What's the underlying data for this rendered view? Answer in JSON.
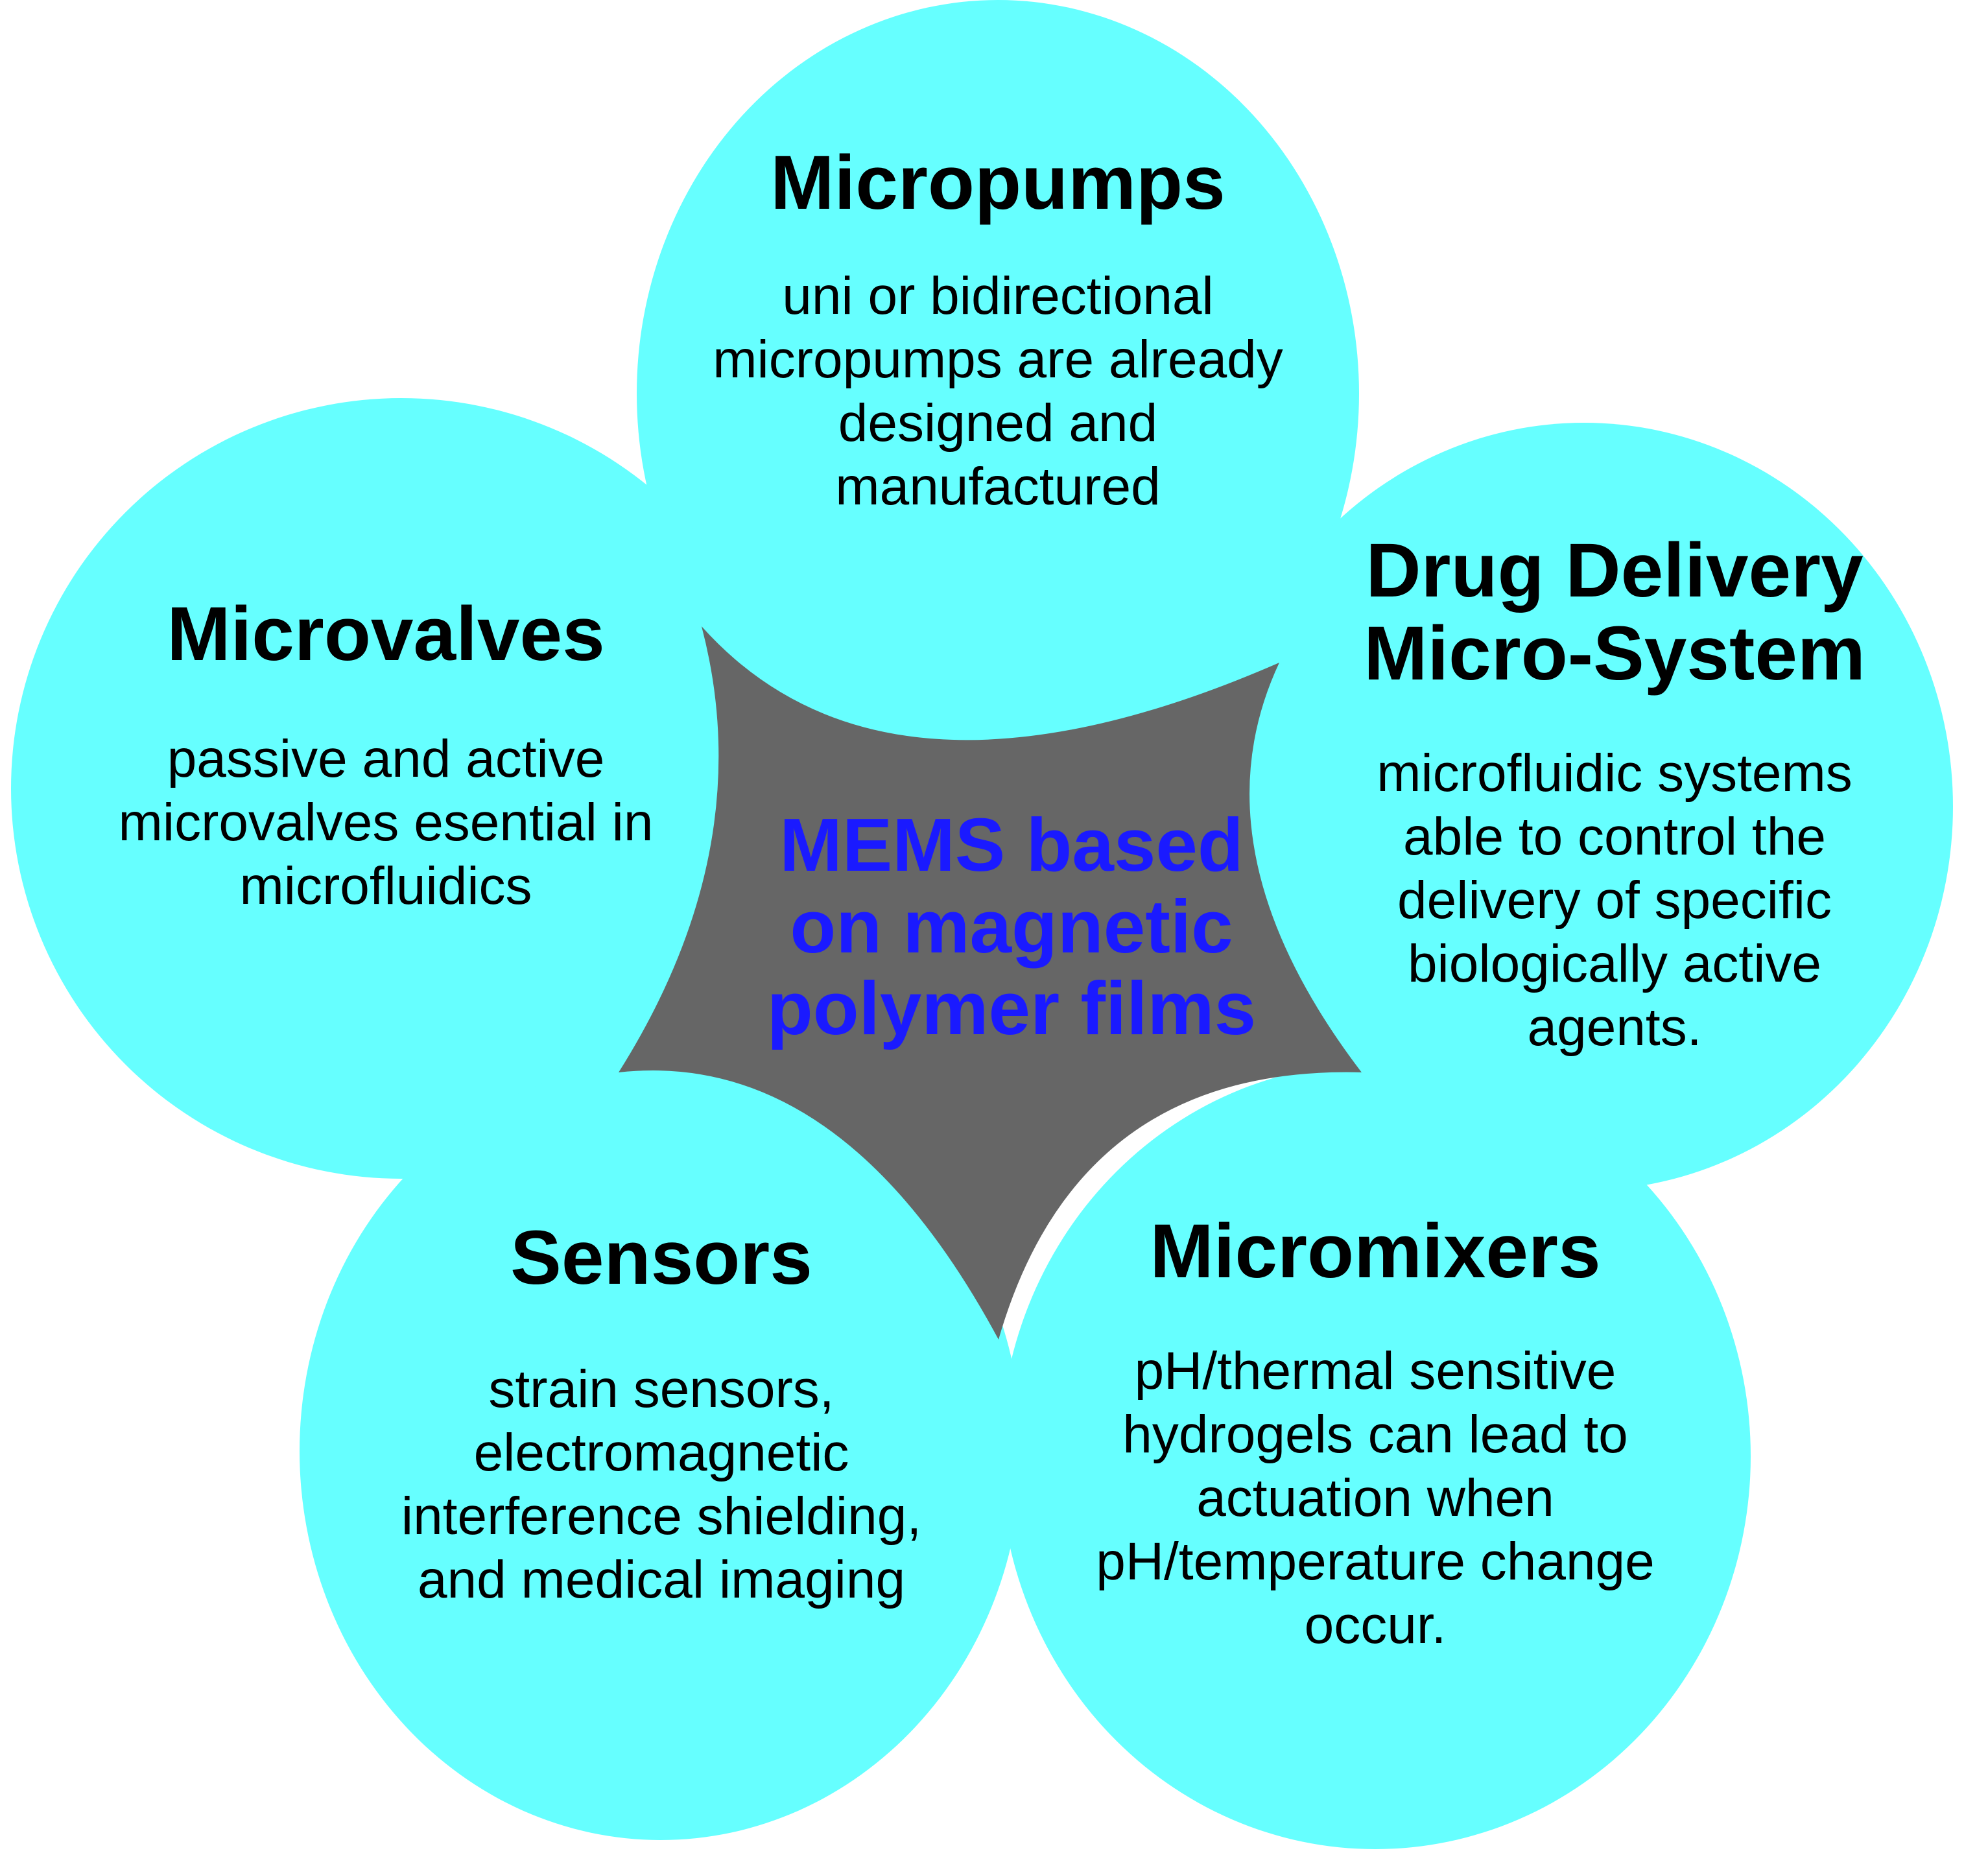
{
  "colors": {
    "petal_fill": "#66ffff",
    "hub_fill": "#666666",
    "center_text": "#1a1aff",
    "text": "#000000"
  },
  "center": {
    "lines": [
      "MEMS based",
      "on magnetic",
      "polymer films"
    ]
  },
  "nodes": [
    {
      "id": "micropumps",
      "title": [
        "Micropumps"
      ],
      "body": [
        "uni or bidirectional",
        "micropumps are already",
        "designed and",
        "manufactured"
      ]
    },
    {
      "id": "microvalves",
      "title": [
        "Microvalves"
      ],
      "body": [
        "passive and active",
        "microvalves esential in",
        "microfluidics"
      ]
    },
    {
      "id": "drug-delivery",
      "title": [
        "Drug Delivery",
        "Micro-System"
      ],
      "body": [
        "microfluidic systems",
        "able to control the",
        "delivery of specific",
        "biologically active",
        "agents."
      ]
    },
    {
      "id": "sensors",
      "title": [
        "Sensors"
      ],
      "body": [
        "strain sensors,",
        "electromagnetic",
        "interference shielding,",
        "and medical imaging"
      ]
    },
    {
      "id": "micromixers",
      "title": [
        "Micromixers"
      ],
      "body": [
        "pH/thermal sensitive",
        "hydrogels can lead to",
        "actuation when",
        "pH/temperature change",
        "occur."
      ]
    }
  ]
}
